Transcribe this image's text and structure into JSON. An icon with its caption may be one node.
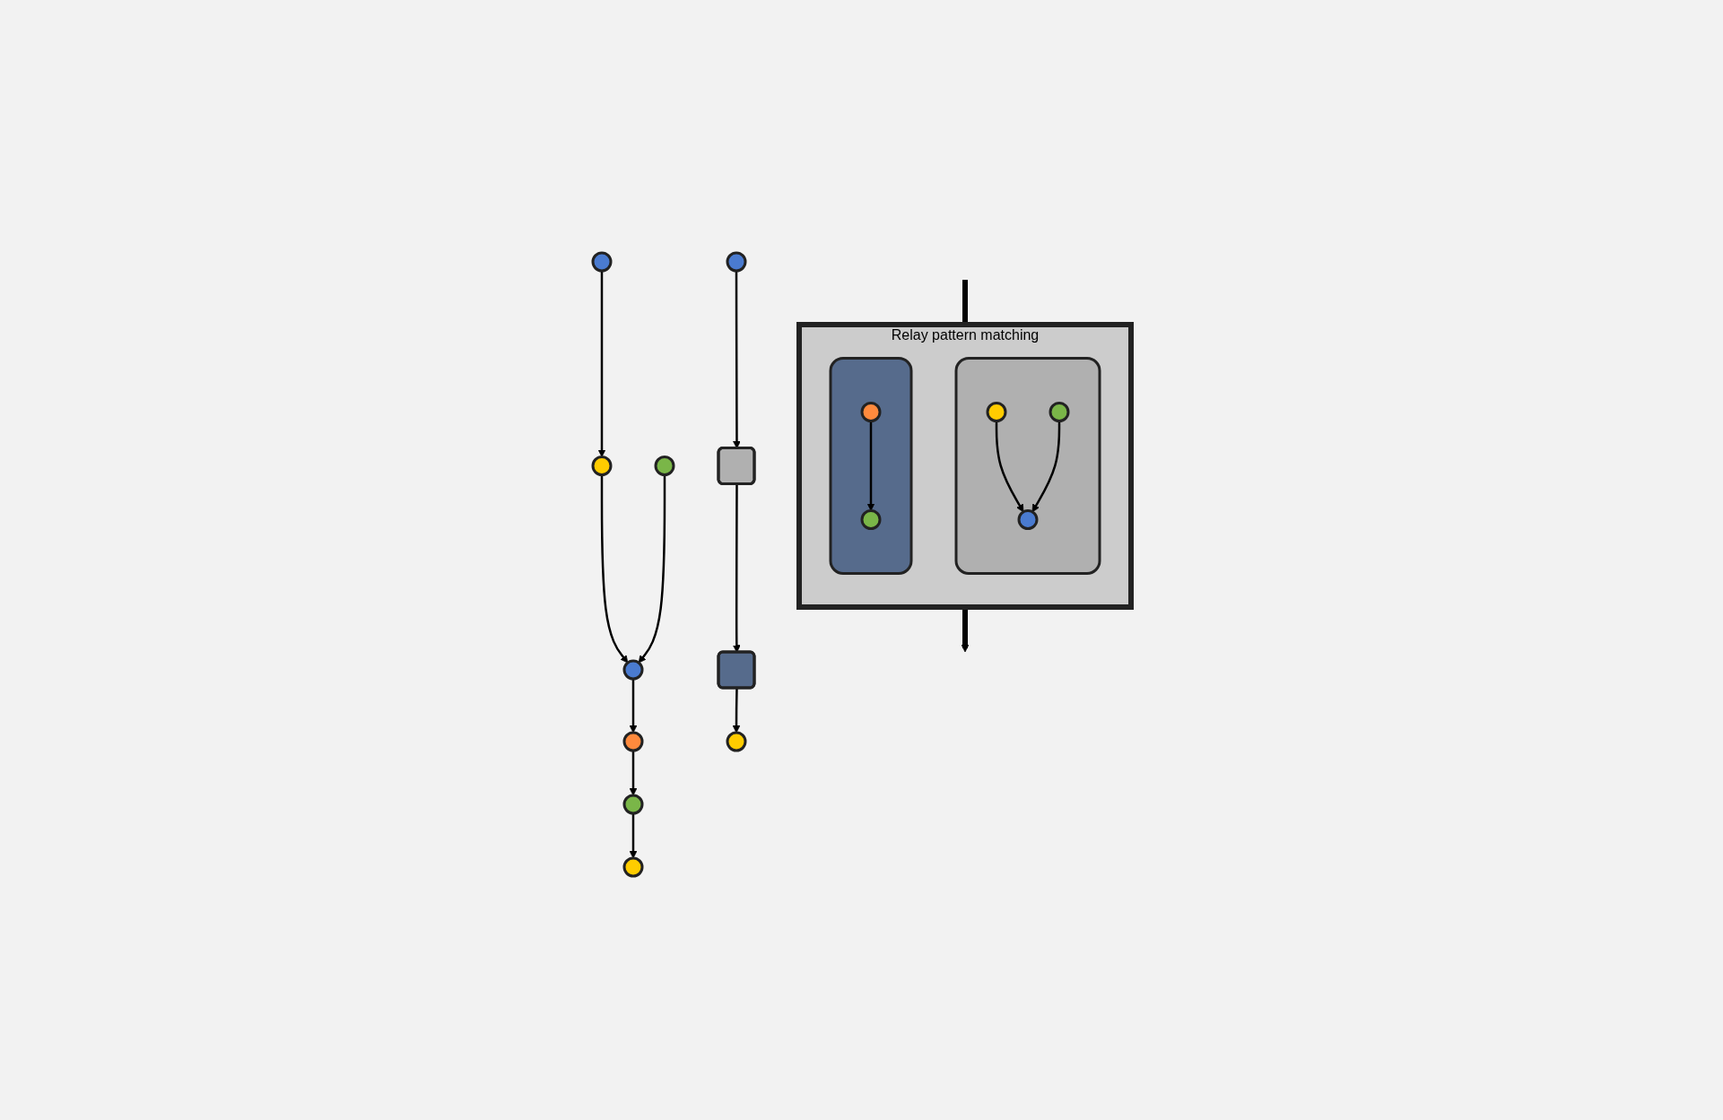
{
  "diagram": {
    "nodes": [
      {
        "text": [],
        "shape": "circle"
      },
      {
        "text": [],
        "shape": "circle"
      },
      {
        "text": [],
        "shape": "circle"
      },
      {
        "text": [],
        "shape": "circle"
      },
      {
        "text": [],
        "shape": "circle"
      },
      {
        "text": [],
        "shape": "circle"
      },
      {
        "text": [],
        "shape": "circle"
      },
      {
        "text": [
          "Relay pattern matching"
        ]
      },
      {
        "text": [],
        "shape": "box",
        "in": 7
      },
      {
        "text": [],
        "shape": "circle",
        "in": 8
      },
      {
        "text": [],
        "shape": "circle",
        "in": 8
      },
      {
        "text": [],
        "shape": "circle",
        "in": 8
      },
      {
        "text": [],
        "shape": "box",
        "in": 7
      },
      {
        "text": [],
        "shape": "circle",
        "in": 12
      },
      {
        "text": [],
        "shape": "circle",
        "in": 12
      },
      {
        "text": [],
        "shape": "circle"
      },
      {
        "text": [],
        "shape": "box"
      },
      {
        "text": [],
        "shape": "box"
      },
      {
        "text": [],
        "shape": "circle"
      }
    ],
    "edges": [
      {
        "from": 0,
        "to": 1,
        "arrow": "to"
      },
      {
        "from": 1,
        "to": 3,
        "arrow": "to"
      },
      {
        "from": 2,
        "to": 3,
        "arrow": "to"
      },
      {
        "from": 3,
        "to": 4,
        "arrow": "to"
      },
      {
        "from": 4,
        "to": 5,
        "arrow": "to"
      },
      {
        "from": 5,
        "to": 6,
        "arrow": "to"
      },
      {
        "from": 9,
        "to": 11,
        "arrow": "to"
      },
      {
        "from": 10,
        "to": 11,
        "arrow": "to"
      },
      {
        "from": 13,
        "to": 14,
        "arrow": "to"
      },
      {
        "from": null,
        "to": 7,
        "arrow": "none",
        "style": "thick"
      },
      {
        "from": 7,
        "to": null,
        "arrow": "to",
        "style": "thick"
      },
      {
        "from": 15,
        "to": 16,
        "arrow": "to"
      },
      {
        "from": 16,
        "to": 17,
        "arrow": "to"
      },
      {
        "from": 17,
        "to": 18,
        "arrow": "to"
      }
    ]
  }
}
